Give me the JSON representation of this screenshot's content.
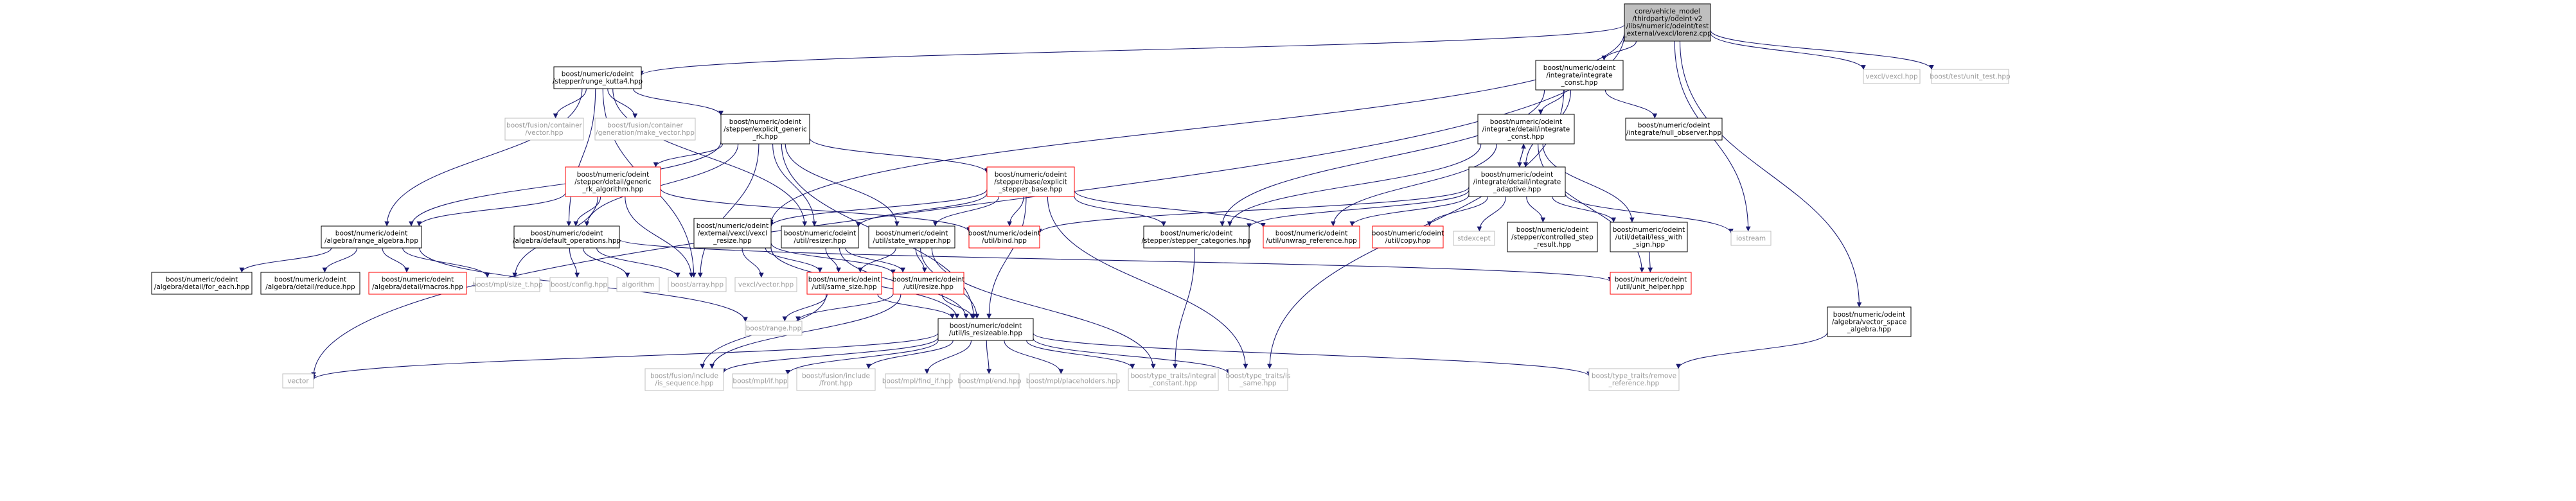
{
  "colors": {
    "edge": "#191970",
    "root_fill": "#bfbfbf",
    "border_black": "#000000",
    "border_red": "#ff0000",
    "border_gray": "#bfbfbf",
    "text_gray": "#9a9a9a"
  },
  "nodes": [
    {
      "id": "root",
      "style": "root",
      "lines": [
        "core/vehicle_model",
        "/thirdparty/odeint-v2",
        "/libs/numeric/odeint/test",
        "_external/vexcl/lorenz.cpp"
      ]
    },
    {
      "id": "rk4",
      "style": "black",
      "lines": [
        "boost/numeric/odeint",
        "/stepper/runge_kutta4.hpp"
      ]
    },
    {
      "id": "integrate",
      "style": "black",
      "lines": [
        "boost/numeric/odeint",
        "/integrate/integrate",
        "_const.hpp"
      ]
    },
    {
      "id": "vexclhpp",
      "style": "gray",
      "lines": [
        "vexcl/vexcl.hpp"
      ]
    },
    {
      "id": "unittest",
      "style": "gray",
      "lines": [
        "boost/test/unit_test.hpp"
      ]
    },
    {
      "id": "fusvec",
      "style": "gray",
      "lines": [
        "boost/fusion/container",
        "/vector.hpp"
      ]
    },
    {
      "id": "fusgen",
      "style": "gray",
      "lines": [
        "boost/fusion/container",
        "/generation/make_vector.hpp"
      ]
    },
    {
      "id": "expgen",
      "style": "black",
      "lines": [
        "boost/numeric/odeint",
        "/stepper/explicit_generic",
        "_rk.hpp"
      ]
    },
    {
      "id": "intconst",
      "style": "black",
      "lines": [
        "boost/numeric/odeint",
        "/integrate/detail/integrate",
        "_const.hpp"
      ]
    },
    {
      "id": "nullobs",
      "style": "black",
      "lines": [
        "boost/numeric/odeint",
        "/integrate/null_observer.hpp"
      ]
    },
    {
      "id": "genalg",
      "style": "red",
      "lines": [
        "boost/numeric/odeint",
        "/stepper/detail/generic",
        "_rk_algorithm.hpp"
      ]
    },
    {
      "id": "expbase",
      "style": "red",
      "lines": [
        "boost/numeric/odeint",
        "/stepper/base/explicit",
        "_stepper_base.hpp"
      ]
    },
    {
      "id": "intadapt",
      "style": "black",
      "lines": [
        "boost/numeric/odeint",
        "/integrate/detail/integrate",
        "_adaptive.hpp"
      ]
    },
    {
      "id": "rangealg",
      "style": "black",
      "lines": [
        "boost/numeric/odeint",
        "/algebra/range_algebra.hpp"
      ]
    },
    {
      "id": "defops",
      "style": "black",
      "lines": [
        "boost/numeric/odeint",
        "/algebra/default_operations.hpp"
      ]
    },
    {
      "id": "vexclresize",
      "style": "black",
      "lines": [
        "boost/numeric/odeint",
        "/external/vexcl/vexcl",
        "_resize.hpp"
      ]
    },
    {
      "id": "resizer",
      "style": "black",
      "lines": [
        "boost/numeric/odeint",
        "/util/resizer.hpp"
      ]
    },
    {
      "id": "statewrap",
      "style": "black",
      "lines": [
        "boost/numeric/odeint",
        "/util/state_wrapper.hpp"
      ]
    },
    {
      "id": "bind",
      "style": "red",
      "lines": [
        "boost/numeric/odeint",
        "/util/bind.hpp"
      ]
    },
    {
      "id": "stepcat",
      "style": "black",
      "lines": [
        "boost/numeric/odeint",
        "/stepper/stepper_categories.hpp"
      ]
    },
    {
      "id": "unwrap",
      "style": "red",
      "lines": [
        "boost/numeric/odeint",
        "/util/unwrap_reference.hpp"
      ]
    },
    {
      "id": "copy",
      "style": "red",
      "lines": [
        "boost/numeric/odeint",
        "/util/copy.hpp"
      ]
    },
    {
      "id": "stdexcept",
      "style": "gray",
      "lines": [
        "stdexcept"
      ]
    },
    {
      "id": "ctrlres",
      "style": "black",
      "lines": [
        "boost/numeric/odeint",
        "/stepper/controlled_step",
        "_result.hpp"
      ]
    },
    {
      "id": "lesswith",
      "style": "black",
      "lines": [
        "boost/numeric/odeint",
        "/util/detail/less_with",
        "_sign.hpp"
      ]
    },
    {
      "id": "iostream",
      "style": "gray",
      "lines": [
        "iostream"
      ]
    },
    {
      "id": "foreach",
      "style": "black",
      "lines": [
        "boost/numeric/odeint",
        "/algebra/detail/for_each.hpp"
      ]
    },
    {
      "id": "reduce",
      "style": "black",
      "lines": [
        "boost/numeric/odeint",
        "/algebra/detail/reduce.hpp"
      ]
    },
    {
      "id": "macros",
      "style": "red",
      "lines": [
        "boost/numeric/odeint",
        "/algebra/detail/macros.hpp"
      ]
    },
    {
      "id": "sizet",
      "style": "gray",
      "lines": [
        "boost/mpl/size_t.hpp"
      ]
    },
    {
      "id": "config",
      "style": "gray",
      "lines": [
        "boost/config.hpp"
      ]
    },
    {
      "id": "algorithm",
      "style": "gray",
      "lines": [
        "algorithm"
      ]
    },
    {
      "id": "array",
      "style": "gray",
      "lines": [
        "boost/array.hpp"
      ]
    },
    {
      "id": "vexclvector",
      "style": "gray",
      "lines": [
        "vexcl/vector.hpp"
      ]
    },
    {
      "id": "samesize",
      "style": "red",
      "lines": [
        "boost/numeric/odeint",
        "/util/same_size.hpp"
      ]
    },
    {
      "id": "resize",
      "style": "red",
      "lines": [
        "boost/numeric/odeint",
        "/util/resize.hpp"
      ]
    },
    {
      "id": "unithelper",
      "style": "red",
      "lines": [
        "boost/numeric/odeint",
        "/util/unit_helper.hpp"
      ]
    },
    {
      "id": "range",
      "style": "gray",
      "lines": [
        "boost/range.hpp"
      ]
    },
    {
      "id": "isres",
      "style": "black",
      "lines": [
        "boost/numeric/odeint",
        "/util/is_resizeable.hpp"
      ]
    },
    {
      "id": "vecspace",
      "style": "black",
      "lines": [
        "boost/numeric/odeint",
        "/algebra/vector_space",
        "_algebra.hpp"
      ]
    },
    {
      "id": "vector",
      "style": "gray",
      "lines": [
        "vector"
      ]
    },
    {
      "id": "isseq",
      "style": "gray",
      "lines": [
        "boost/fusion/include",
        "/is_sequence.hpp"
      ]
    },
    {
      "id": "mplif",
      "style": "gray",
      "lines": [
        "boost/mpl/if.hpp"
      ]
    },
    {
      "id": "front",
      "style": "gray",
      "lines": [
        "boost/fusion/include",
        "/front.hpp"
      ]
    },
    {
      "id": "findif",
      "style": "gray",
      "lines": [
        "boost/mpl/find_if.hpp"
      ]
    },
    {
      "id": "mplend",
      "style": "gray",
      "lines": [
        "boost/mpl/end.hpp"
      ]
    },
    {
      "id": "placeholders",
      "style": "gray",
      "lines": [
        "boost/mpl/placeholders.hpp"
      ]
    },
    {
      "id": "intconstant",
      "style": "gray",
      "lines": [
        "boost/type_traits/integral",
        "_constant.hpp"
      ]
    },
    {
      "id": "issame",
      "style": "gray",
      "lines": [
        "boost/type_traits/is",
        "_same.hpp"
      ]
    },
    {
      "id": "removeref",
      "style": "gray",
      "lines": [
        "boost/type_traits/remove",
        "_reference.hpp"
      ]
    }
  ],
  "edges": [
    [
      "root",
      "rk4"
    ],
    [
      "root",
      "integrate"
    ],
    [
      "root",
      "vexclhpp"
    ],
    [
      "root",
      "unittest"
    ],
    [
      "root",
      "vexclresize"
    ],
    [
      "root",
      "iostream"
    ],
    [
      "root",
      "vecspace"
    ],
    [
      "root",
      "vector"
    ],
    [
      "rk4",
      "fusvec"
    ],
    [
      "rk4",
      "fusgen"
    ],
    [
      "rk4",
      "expgen"
    ],
    [
      "rk4",
      "rangealg"
    ],
    [
      "rk4",
      "defops"
    ],
    [
      "rk4",
      "resizer"
    ],
    [
      "rk4",
      "array"
    ],
    [
      "integrate",
      "intconst"
    ],
    [
      "integrate",
      "nullobs"
    ],
    [
      "integrate",
      "intadapt"
    ],
    [
      "integrate",
      "stepcat"
    ],
    [
      "integrate",
      "issame"
    ],
    [
      "expgen",
      "genalg"
    ],
    [
      "expgen",
      "expbase"
    ],
    [
      "expgen",
      "rangealg"
    ],
    [
      "expgen",
      "defops"
    ],
    [
      "expgen",
      "resizer"
    ],
    [
      "expgen",
      "statewrap"
    ],
    [
      "expgen",
      "isres"
    ],
    [
      "expgen",
      "array"
    ],
    [
      "genalg",
      "rangealg"
    ],
    [
      "genalg",
      "defops"
    ],
    [
      "genalg",
      "array"
    ],
    [
      "genalg",
      "sizet"
    ],
    [
      "genalg",
      "bind"
    ],
    [
      "expbase",
      "resizer"
    ],
    [
      "expbase",
      "statewrap"
    ],
    [
      "expbase",
      "bind"
    ],
    [
      "expbase",
      "stepcat"
    ],
    [
      "expbase",
      "unwrap"
    ],
    [
      "expbase",
      "isres"
    ],
    [
      "expbase",
      "issame"
    ],
    [
      "expbase",
      "vexclresize"
    ],
    [
      "intconst",
      "intadapt"
    ],
    [
      "intconst",
      "stepcat"
    ],
    [
      "intconst",
      "unwrap"
    ],
    [
      "intconst",
      "lesswith"
    ],
    [
      "intconst",
      "unithelper"
    ],
    [
      "intadapt",
      "intconst"
    ],
    [
      "intadapt",
      "stepcat"
    ],
    [
      "intadapt",
      "unwrap"
    ],
    [
      "intadapt",
      "copy"
    ],
    [
      "intadapt",
      "stdexcept"
    ],
    [
      "intadapt",
      "ctrlres"
    ],
    [
      "intadapt",
      "lesswith"
    ],
    [
      "intadapt",
      "iostream"
    ],
    [
      "intadapt",
      "bind"
    ],
    [
      "rangealg",
      "foreach"
    ],
    [
      "rangealg",
      "reduce"
    ],
    [
      "rangealg",
      "macros"
    ],
    [
      "rangealg",
      "sizet"
    ],
    [
      "rangealg",
      "range"
    ],
    [
      "defops",
      "config"
    ],
    [
      "defops",
      "algorithm"
    ],
    [
      "defops",
      "array"
    ],
    [
      "defops",
      "unithelper"
    ],
    [
      "vexclresize",
      "vexclvector"
    ],
    [
      "vexclresize",
      "samesize"
    ],
    [
      "vexclresize",
      "resize"
    ],
    [
      "vexclresize",
      "isres"
    ],
    [
      "resizer",
      "samesize"
    ],
    [
      "resizer",
      "resize"
    ],
    [
      "resizer",
      "isres"
    ],
    [
      "statewrap",
      "samesize"
    ],
    [
      "statewrap",
      "resize"
    ],
    [
      "statewrap",
      "isres"
    ],
    [
      "statewrap",
      "intconstant"
    ],
    [
      "stepcat",
      "intconstant"
    ],
    [
      "lesswith",
      "unithelper"
    ],
    [
      "samesize",
      "range"
    ],
    [
      "samesize",
      "isres"
    ],
    [
      "samesize",
      "isseq"
    ],
    [
      "resize",
      "range"
    ],
    [
      "resize",
      "isres"
    ],
    [
      "resize",
      "isseq"
    ],
    [
      "isres",
      "vector"
    ],
    [
      "isres",
      "isseq"
    ],
    [
      "isres",
      "mplif"
    ],
    [
      "isres",
      "front"
    ],
    [
      "isres",
      "findif"
    ],
    [
      "isres",
      "mplend"
    ],
    [
      "isres",
      "placeholders"
    ],
    [
      "isres",
      "intconstant"
    ],
    [
      "isres",
      "issame"
    ],
    [
      "isres",
      "removeref"
    ],
    [
      "vecspace",
      "removeref"
    ]
  ]
}
